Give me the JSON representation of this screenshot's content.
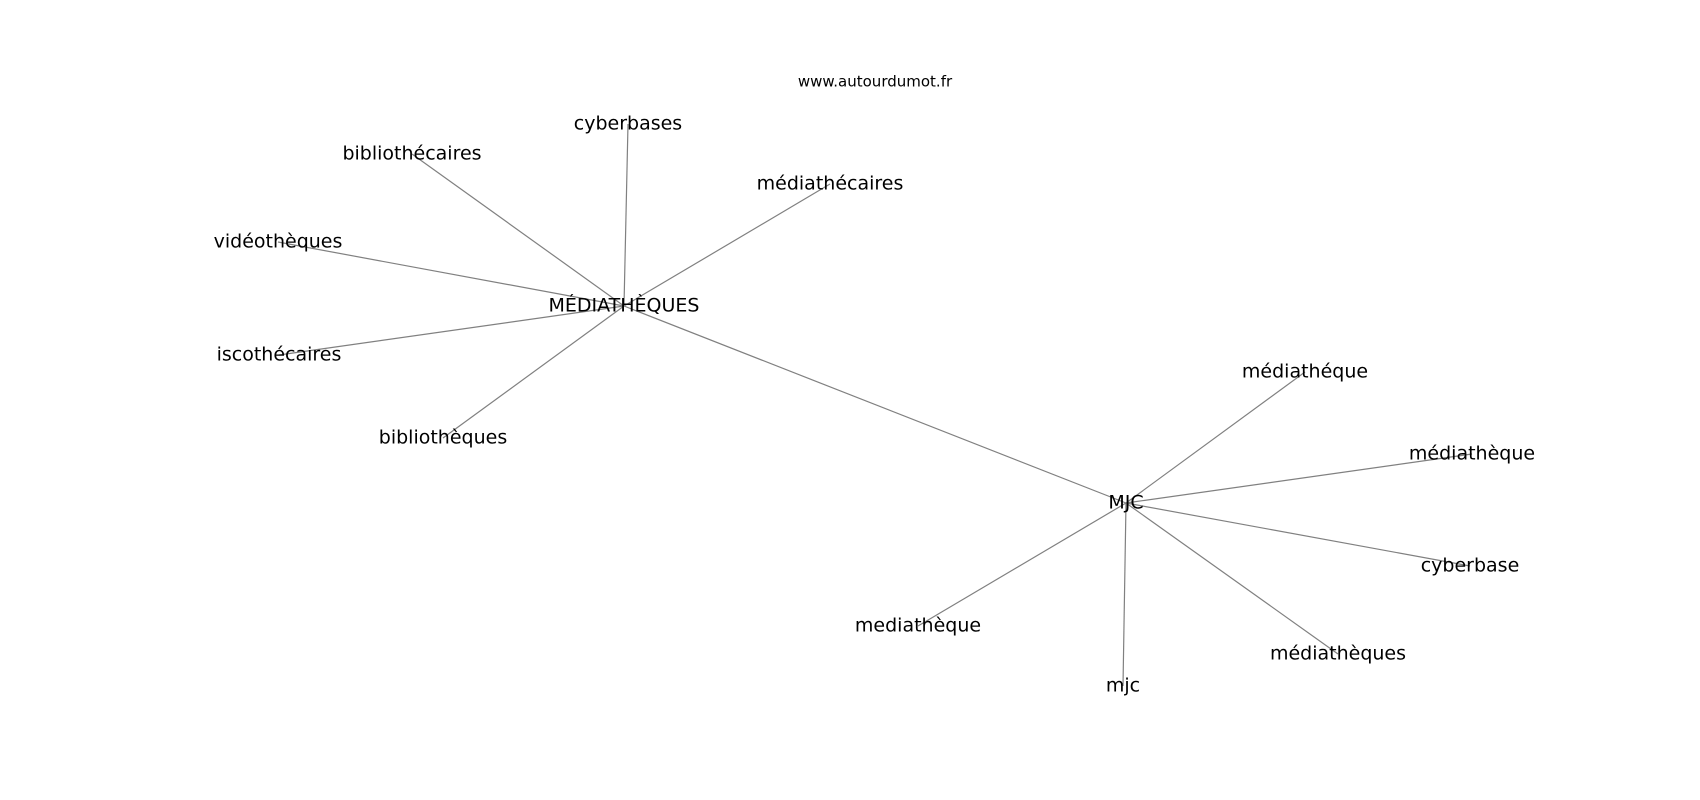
{
  "watermark": "www.autourdumot.fr",
  "graph": {
    "nodes": [
      {
        "id": "MEDIATHEQUES",
        "label": "MÉDIATHÈQUES"
      },
      {
        "id": "cyberbases",
        "label": "cyberbases"
      },
      {
        "id": "bibliothecaires",
        "label": "bibliothécaires"
      },
      {
        "id": "mediathecaires",
        "label": "médiathécaires"
      },
      {
        "id": "videotheques",
        "label": "vidéothèques"
      },
      {
        "id": "iscothecaires",
        "label": "iscothécaires"
      },
      {
        "id": "bibliotheques",
        "label": "bibliothèques"
      },
      {
        "id": "MJC",
        "label": "MJC"
      },
      {
        "id": "mediatheque_aigu",
        "label": "médiathéque"
      },
      {
        "id": "mediatheque_grave",
        "label": "médiathèque"
      },
      {
        "id": "cyberbase",
        "label": "cyberbase"
      },
      {
        "id": "mediatheques_lc",
        "label": "médiathèques"
      },
      {
        "id": "mjc",
        "label": "mjc"
      },
      {
        "id": "mediatheque_plain",
        "label": "mediathèque"
      }
    ],
    "edges": [
      {
        "source": "MEDIATHEQUES",
        "target": "cyberbases"
      },
      {
        "source": "MEDIATHEQUES",
        "target": "bibliothecaires"
      },
      {
        "source": "MEDIATHEQUES",
        "target": "mediathecaires"
      },
      {
        "source": "MEDIATHEQUES",
        "target": "videotheques"
      },
      {
        "source": "MEDIATHEQUES",
        "target": "iscothecaires"
      },
      {
        "source": "MEDIATHEQUES",
        "target": "bibliotheques"
      },
      {
        "source": "MEDIATHEQUES",
        "target": "MJC"
      },
      {
        "source": "MJC",
        "target": "mediatheque_aigu"
      },
      {
        "source": "MJC",
        "target": "mediatheque_grave"
      },
      {
        "source": "MJC",
        "target": "cyberbase"
      },
      {
        "source": "MJC",
        "target": "mediatheques_lc"
      },
      {
        "source": "MJC",
        "target": "mjc"
      },
      {
        "source": "MJC",
        "target": "mediatheque_plain"
      }
    ]
  }
}
